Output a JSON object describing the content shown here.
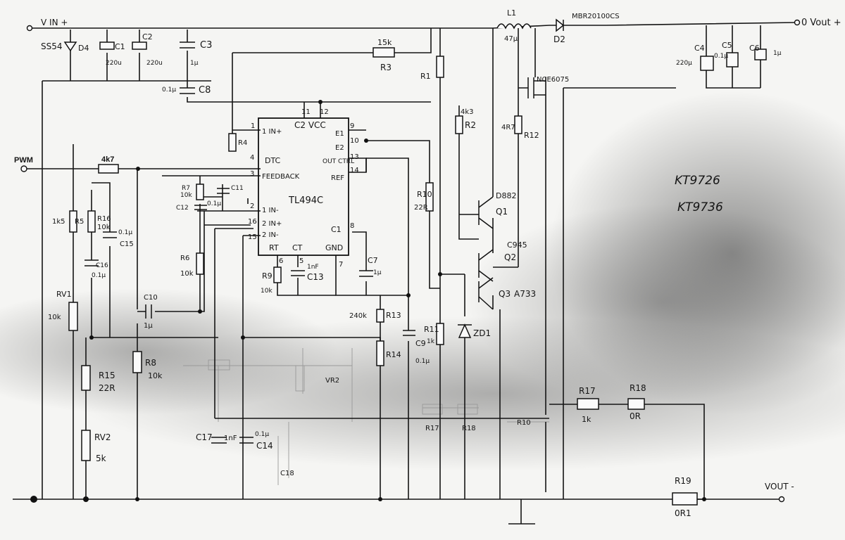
{
  "top_rail": {
    "vin": "V IN +",
    "vout": "0 Vout +"
  },
  "ic": {
    "name": "TL494C",
    "label_c2": "C2 VCC",
    "pins": [
      "1",
      "2",
      "3",
      "4",
      "5",
      "6",
      "7",
      "8",
      "9",
      "10",
      "11",
      "12",
      "13",
      "14",
      "15",
      "16"
    ],
    "pin_labels": {
      "in1p": "1 IN+",
      "dtc": "DTC",
      "feedback": "FEEDBACK",
      "in1n": "1 IN-",
      "in2p": "2 IN+",
      "in2n": "2 IN-",
      "rt": "RT",
      "ct": "CT",
      "gnd": "GND",
      "c1": "C1",
      "e1": "E1",
      "e2": "E2",
      "out_ctrl": "OUT CTRL",
      "ref": "REF"
    }
  },
  "pwm": {
    "label": "PWM",
    "resistor": "4k7"
  },
  "top_parts": {
    "tvs": "SS54",
    "d4": "D4",
    "c1": "C1",
    "c1v": "220u",
    "c2": "C2",
    "c2v": "220u",
    "c3": "C3",
    "c3v": "1µ",
    "c8": "C8",
    "c8v": "0.1µ",
    "r3v": "15k",
    "r3": "R3",
    "l1": "L1",
    "l1v": "47µ",
    "d2": "D2",
    "d2p": "MBR20100CS",
    "c4": "C4",
    "c4v": "220µ",
    "c5": "C5",
    "c5v": "0.1µ",
    "c6": "C6",
    "c6v": "1µ",
    "q_mosfet": "NCE6075",
    "r1": "R1",
    "r4": "R4"
  },
  "left_parts": {
    "r5v": "1k5",
    "r5": "R5",
    "r16": "R16",
    "r16v": "10k",
    "c15": "C15",
    "c15v": "0.1µ",
    "c16": "C16",
    "c16v": "0.1µ",
    "rv1": "RV1",
    "rv1v": "10k",
    "r15": "R15",
    "r15v": "22R",
    "rv2": "RV2",
    "rv2v": "5k",
    "r7": "R7",
    "r7v": "10k",
    "c11": "C11",
    "c12": "C12",
    "c12v": "0.1µ",
    "r6": "R6",
    "r6v": "10k",
    "c10": "C10",
    "c10v": "1µ",
    "r8": "R8",
    "r8v": "10k",
    "r9": "R9",
    "r9v": "10k",
    "c13": "C13",
    "c13v": "1nF",
    "n5": "5",
    "n6": "6",
    "n7": "7",
    "c7": "C7",
    "c7v": "1µ",
    "c17": "C17",
    "c17v": "1nF",
    "c14": "C14",
    "c14v": "0.1µ",
    "c10b": "C10"
  },
  "mid_parts": {
    "r10": "R10",
    "r10v": "22R",
    "r13": "R13",
    "r13v": "240k",
    "r14": "R14",
    "c9": "C9",
    "c9v": "0.1µ",
    "r11": "R11",
    "r11v": "1k",
    "zd1": "ZD1",
    "r2v": "4k3",
    "r2": "R2",
    "q1": "Q1",
    "q1p": "D882",
    "q2": "Q2",
    "q2p": "C945",
    "q3": "Q3",
    "q3p": "A733",
    "r12v": "4R7",
    "r12": "R12",
    "r17": "R17",
    "r17v": "1k",
    "r18": "R18",
    "r18v": "0R",
    "r19": "R19",
    "r19v": "0R1",
    "vout_n": "VOUT -",
    "ghost_r17": "R17",
    "ghost_r18": "R18",
    "ghost_r10": "R10",
    "ghost_vr": "VR2",
    "ghost_c18": "C18"
  },
  "notes": {
    "line1": "KT9726",
    "line2": "KT9736"
  }
}
